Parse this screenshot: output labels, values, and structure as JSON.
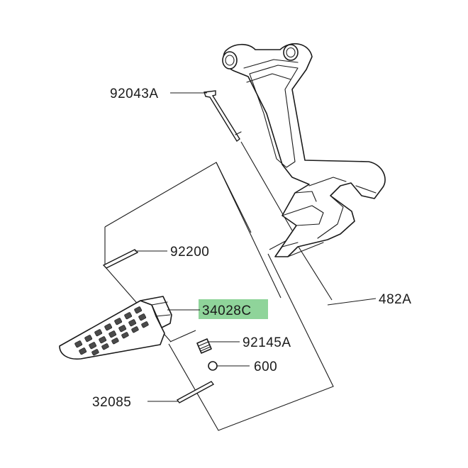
{
  "parts": [
    {
      "id": "bracket-pin",
      "number": "92043A",
      "highlighted": false
    },
    {
      "id": "cotter-pin-upper",
      "number": "92200",
      "highlighted": false
    },
    {
      "id": "footpeg",
      "number": "34028C",
      "highlighted": true
    },
    {
      "id": "spring",
      "number": "92145A",
      "highlighted": false
    },
    {
      "id": "ball",
      "number": "600",
      "highlighted": false
    },
    {
      "id": "pin-lower",
      "number": "32085",
      "highlighted": false
    },
    {
      "id": "bracket-assembly",
      "number": "482A",
      "highlighted": false
    }
  ],
  "colors": {
    "highlight": "#8fd49a",
    "line": "#1a1a1a",
    "background": "#ffffff"
  }
}
